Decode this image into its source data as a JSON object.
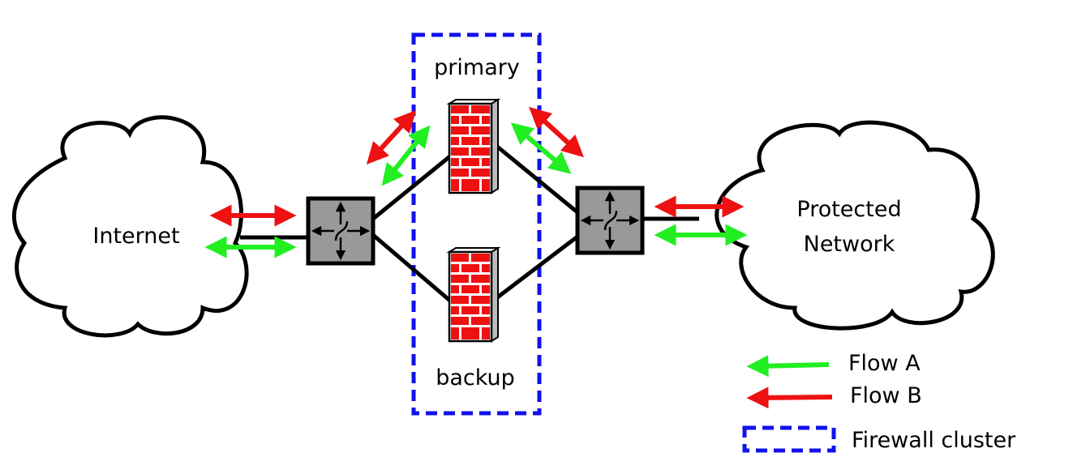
{
  "diagram": {
    "nodes": {
      "internet": "Internet",
      "protected_line1": "Protected",
      "protected_line2": "Network",
      "primary": "primary",
      "backup": "backup"
    },
    "legend": {
      "flow_a": "Flow A",
      "flow_b": "Flow B",
      "cluster": "Firewall cluster"
    },
    "colors": {
      "flow_a": "#22ee22",
      "flow_b": "#ee1111",
      "cluster": "#1111ee",
      "switch": "#999999",
      "brick": "#ee1111"
    }
  }
}
